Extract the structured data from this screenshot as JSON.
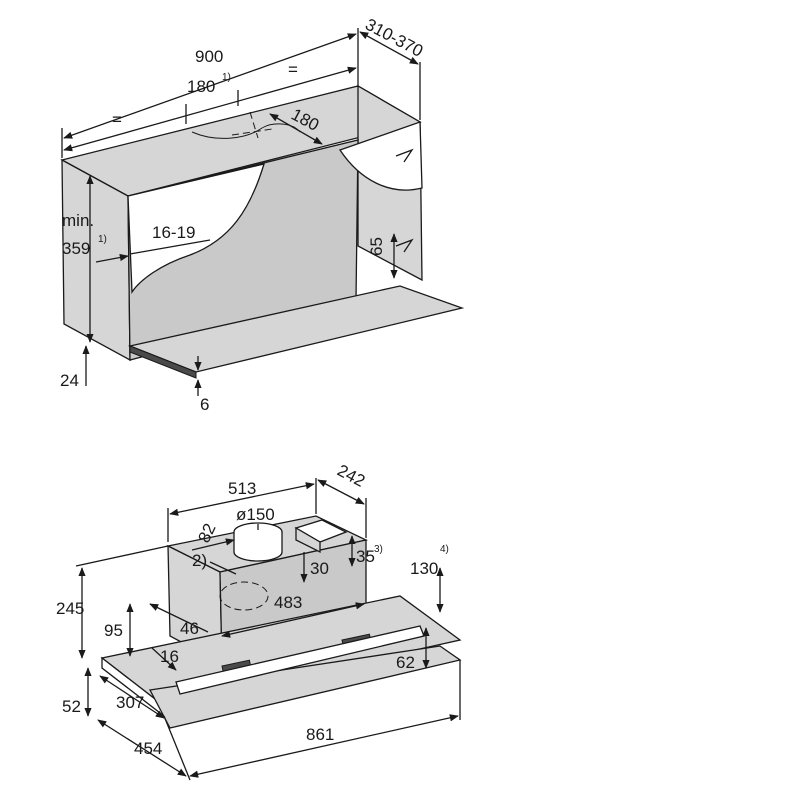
{
  "upper_diagram": {
    "width": "900",
    "depth": "310-370",
    "cutout_width": "180",
    "cutout_width_note": "1)",
    "cutout_depth": "180",
    "equal_left": "=",
    "equal_right": "=",
    "min_label": "min.",
    "min_height": "359",
    "min_height_note": "1)",
    "side_thickness": "16-19",
    "rail_height": "65",
    "bottom_offset": "24",
    "panel_thickness": "6"
  },
  "lower_diagram": {
    "blower_width": "513",
    "blower_depth": "242",
    "duct_diameter": "ø150",
    "duct_offset": "82",
    "note_2": "2)",
    "height_35": "35",
    "note_3": "3)",
    "height_30": "30",
    "height_130": "130",
    "note_4": "4)",
    "total_height": "245",
    "inner_width": "483",
    "height_95": "95",
    "offset_46": "46",
    "offset_16": "16",
    "offset_62": "62",
    "front_height": "52",
    "depth_307": "307",
    "overall_depth": "454",
    "overall_width": "861"
  }
}
